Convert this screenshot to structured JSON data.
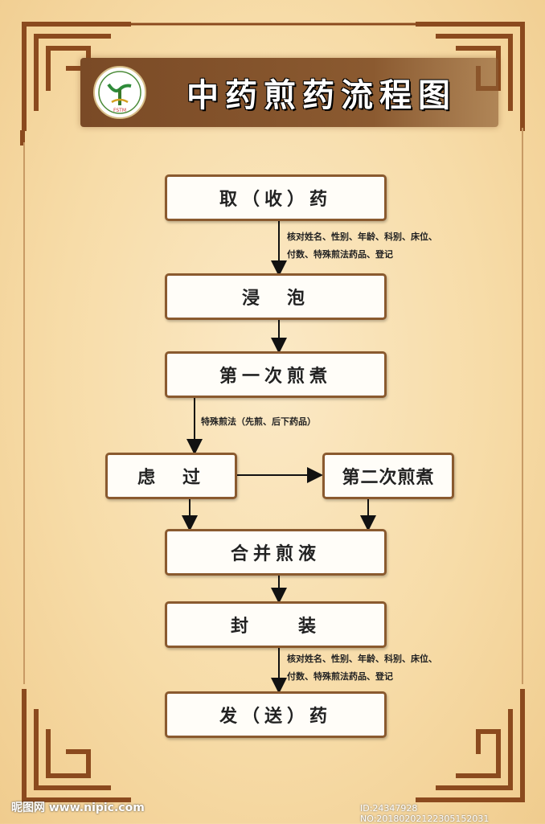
{
  "header": {
    "title": "中药煎药流程图",
    "logo_text": "FSTM"
  },
  "steps": {
    "take": "取（收）药",
    "soak": "浸　泡",
    "first_decoct": "第一次煎煮",
    "filter": "虑　过",
    "second_decoct": "第二次煎煮",
    "merge": "合并煎液",
    "seal": "封　　装",
    "deliver": "发（送）药"
  },
  "notes": {
    "check_line1": "核对姓名、性别、年龄、科别、床位、",
    "check_line2": "付数、特殊煎法药品、登记",
    "special": "特殊煎法（先煎、后下药品）",
    "check2_line1": "核对姓名、性别、年龄、科别、床位、",
    "check2_line2": "付数、特殊煎法药品、登记"
  },
  "watermark": {
    "left": "昵图网 www.nipic.com",
    "right": "ID:24347928 NO:20180202122305152031"
  },
  "colors": {
    "frame": "#8b4a1e",
    "banner": "#7a4a26",
    "box_border": "#8a5a2f"
  }
}
